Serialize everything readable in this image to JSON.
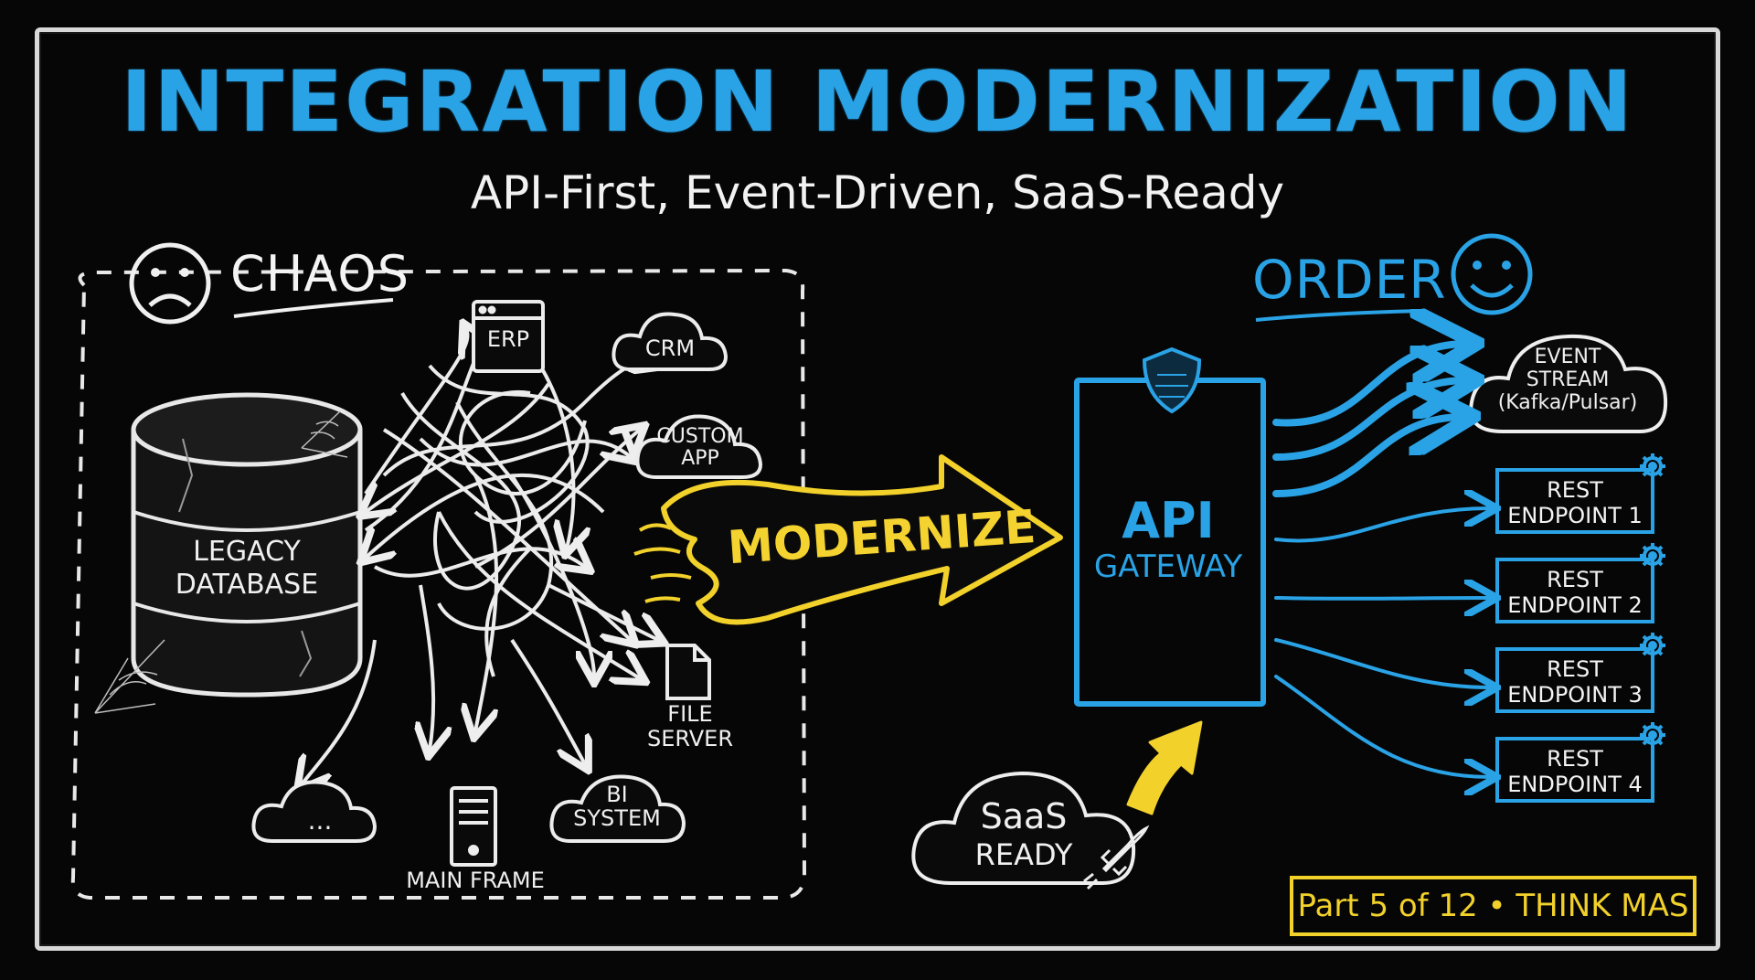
{
  "title": "INTEGRATION MODERNIZATION",
  "subtitle": "API-First, Event-Driven, SaaS-Ready",
  "chaos": {
    "heading": "CHAOS",
    "legacy_db": [
      "LEGACY",
      "DATABASE"
    ],
    "systems": {
      "erp": "ERP",
      "crm": "CRM",
      "custom_app": [
        "CUSTOM",
        "APP"
      ],
      "file_server": [
        "FILE",
        "SERVER"
      ],
      "bi_system": [
        "BI",
        "SYSTEM"
      ],
      "mainframe": "MAIN FRAME",
      "unknown_cloud": "..."
    }
  },
  "arrow_label": "MODERNIZE",
  "gateway": {
    "line1": "API",
    "line2": "GATEWAY"
  },
  "order": {
    "heading": "ORDER",
    "event_stream": [
      "EVENT",
      "STREAM",
      "(Kafka/Pulsar)"
    ],
    "endpoints": [
      [
        "REST",
        "ENDPOINT 1"
      ],
      [
        "REST",
        "ENDPOINT 2"
      ],
      [
        "REST",
        "ENDPOINT 3"
      ],
      [
        "REST",
        "ENDPOINT 4"
      ]
    ]
  },
  "saas": [
    "SaaS",
    "READY"
  ],
  "footer": "Part 5 of 12 • THINK MAS",
  "colors": {
    "blue": "#2aa3e6",
    "yellow": "#f2d12b",
    "chalk": "#f0f0f0",
    "board": "#060606"
  },
  "icons": [
    "sad-face-icon",
    "smiley-face-icon",
    "shield-icon",
    "gear-icon",
    "rocket-icon",
    "browser-window-icon",
    "file-icon",
    "server-tower-icon",
    "cloud-icon",
    "spider-web-icon"
  ]
}
